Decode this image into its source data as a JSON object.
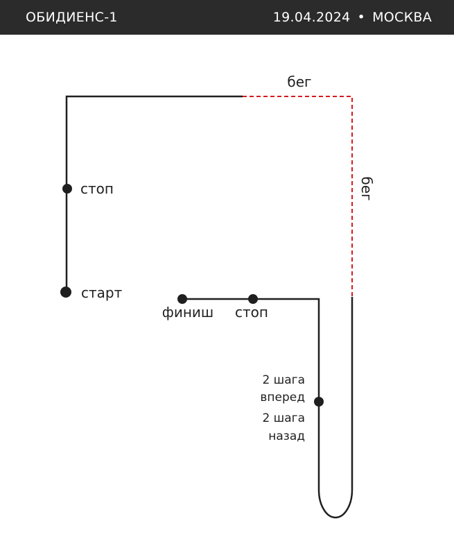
{
  "header": {
    "title": "ОБИДИЕНС-1",
    "date": "19.04.2024",
    "separator": "•",
    "city": "МОСКВА"
  },
  "diagram": {
    "colors": {
      "path": "#1f1f1f",
      "run": "#d71920",
      "header_bg": "#2b2b2b"
    },
    "labels": {
      "run_top": "бег",
      "run_side": "бег",
      "stop_left": "стоп",
      "start": "старт",
      "finish": "финиш",
      "stop_bottom": "стоп",
      "steps_forward_line1": "2 шага",
      "steps_forward_line2": "вперед",
      "steps_back_line1": "2 шага",
      "steps_back_line2": "назад"
    }
  }
}
